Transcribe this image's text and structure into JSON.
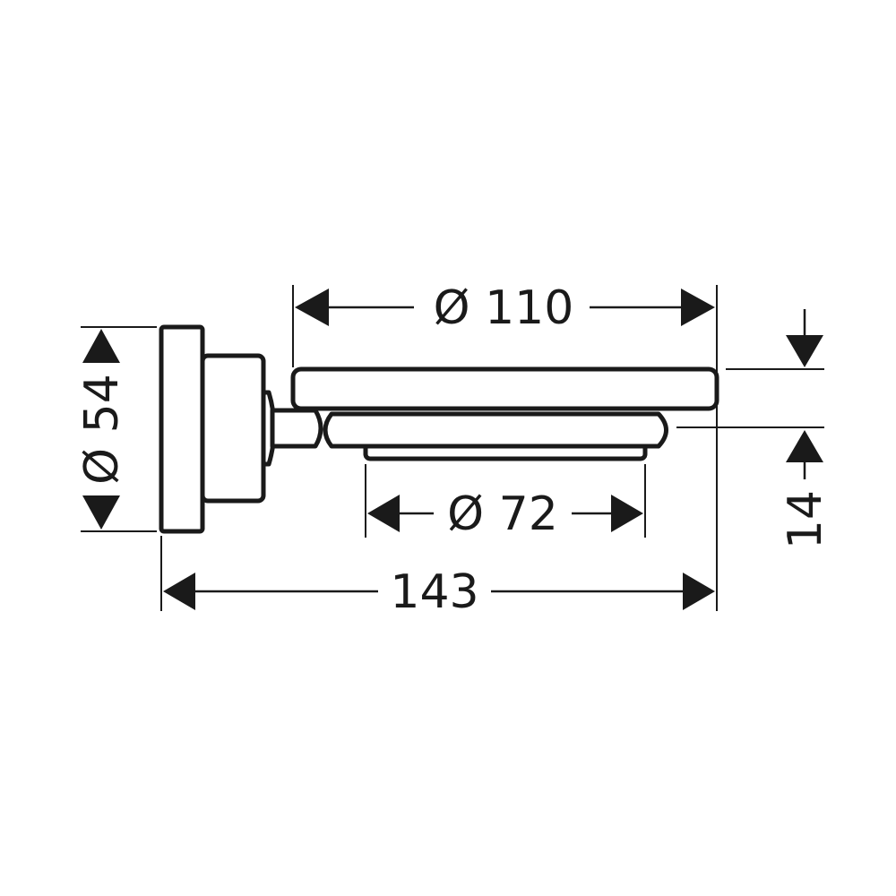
{
  "dimensions": {
    "tray_diameter": "Ø 110",
    "dish_diameter": "Ø 72",
    "wall_plate_diameter": "Ø 54",
    "total_depth": "143",
    "tray_height": "14"
  },
  "colors": {
    "line": "#1a1a1a",
    "background": "#ffffff"
  }
}
